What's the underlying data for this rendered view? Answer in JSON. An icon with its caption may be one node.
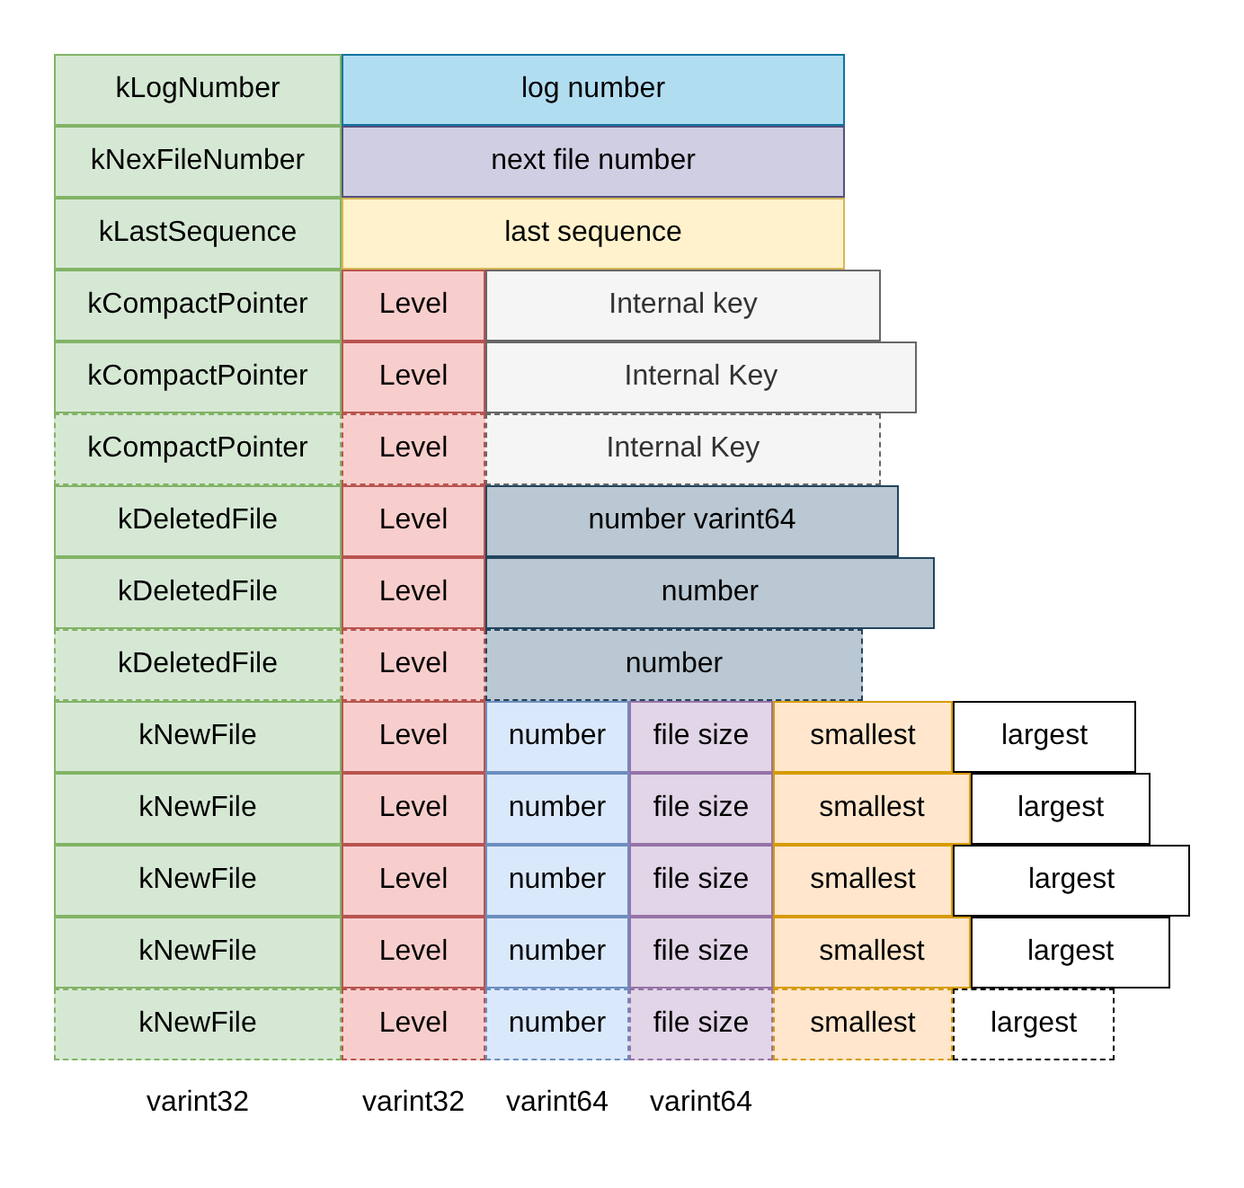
{
  "diagram": {
    "nodes": [
      {
        "text": [
          "kLogNumber"
        ]
      },
      {
        "text": [
          "log number"
        ]
      },
      {
        "text": [
          "kNexFileNumber"
        ]
      },
      {
        "text": [
          "next file number"
        ]
      },
      {
        "text": [
          "kLastSequence"
        ]
      },
      {
        "text": [
          "last sequence"
        ]
      },
      {
        "text": [
          "kCompactPointer"
        ]
      },
      {
        "text": [
          "Level"
        ]
      },
      {
        "text": [
          "Internal key"
        ]
      },
      {
        "text": [
          "kCompactPointer"
        ]
      },
      {
        "text": [
          "Level"
        ]
      },
      {
        "text": [
          "Internal Key"
        ]
      },
      {
        "text": [
          "kCompactPointer"
        ]
      },
      {
        "text": [
          "Level"
        ]
      },
      {
        "text": [
          "Internal Key"
        ]
      },
      {
        "text": [
          "kDeletedFile"
        ]
      },
      {
        "text": [
          "Level"
        ]
      },
      {
        "text": [
          "number varint64"
        ]
      },
      {
        "text": [
          "kDeletedFile"
        ]
      },
      {
        "text": [
          "Level"
        ]
      },
      {
        "text": [
          "number"
        ]
      },
      {
        "text": [
          "kDeletedFile"
        ]
      },
      {
        "text": [
          "Level"
        ]
      },
      {
        "text": [
          "number"
        ]
      },
      {
        "text": [
          "kNewFile"
        ]
      },
      {
        "text": [
          "Level"
        ]
      },
      {
        "text": [
          "number"
        ]
      },
      {
        "text": [
          "file size"
        ]
      },
      {
        "text": [
          "smallest"
        ]
      },
      {
        "text": [
          "largest"
        ]
      },
      {
        "text": [
          "kNewFile"
        ]
      },
      {
        "text": [
          "Level"
        ]
      },
      {
        "text": [
          "number"
        ]
      },
      {
        "text": [
          "file size"
        ]
      },
      {
        "text": [
          "smallest"
        ]
      },
      {
        "text": [
          "largest"
        ]
      },
      {
        "text": [
          "kNewFile"
        ]
      },
      {
        "text": [
          "Level"
        ]
      },
      {
        "text": [
          "number"
        ]
      },
      {
        "text": [
          "file size"
        ]
      },
      {
        "text": [
          "smallest"
        ]
      },
      {
        "text": [
          "largest"
        ]
      },
      {
        "text": [
          "kNewFile"
        ]
      },
      {
        "text": [
          "Level"
        ]
      },
      {
        "text": [
          "number"
        ]
      },
      {
        "text": [
          "file size"
        ]
      },
      {
        "text": [
          "smallest"
        ]
      },
      {
        "text": [
          "largest"
        ]
      },
      {
        "text": [
          "kNewFile"
        ]
      },
      {
        "text": [
          "Level"
        ]
      },
      {
        "text": [
          "number"
        ]
      },
      {
        "text": [
          "file size"
        ]
      },
      {
        "text": [
          "smallest"
        ]
      },
      {
        "text": [
          "largest"
        ]
      }
    ],
    "edges": [],
    "labels": [
      "varint32",
      "varint32",
      "varint64",
      "varint64"
    ]
  }
}
